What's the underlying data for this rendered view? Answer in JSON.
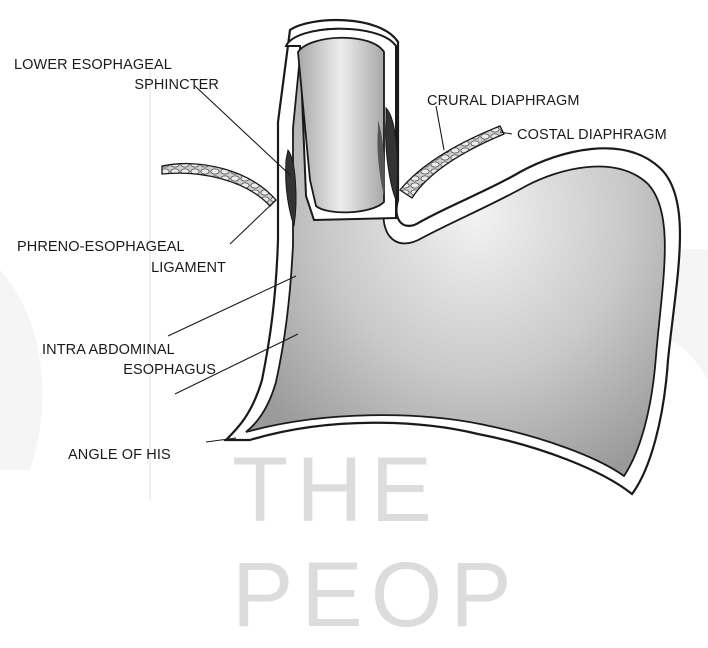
{
  "watermark": {
    "text": "THE PEOP"
  },
  "labels": {
    "les_1": "LOWER ESOPHAGEAL",
    "les_2": "SPHINCTER",
    "crural": "CRURAL  DIAPHRAGM",
    "costal": "COSTAL DIAPHRAGM",
    "phreno_1": "PHRENO-ESOPHAGEAL",
    "phreno_2": "LIGAMENT",
    "intra_1": "INTRA ABDOMINAL",
    "intra_2": "ESOPHAGUS",
    "his": "ANGLE OF HIS"
  },
  "colors": {
    "stomach_fill": "#b9b9b9",
    "sphincter": "#3a3a3a",
    "outline": "#1a1a1a",
    "watermark": "#dcdcdc"
  }
}
